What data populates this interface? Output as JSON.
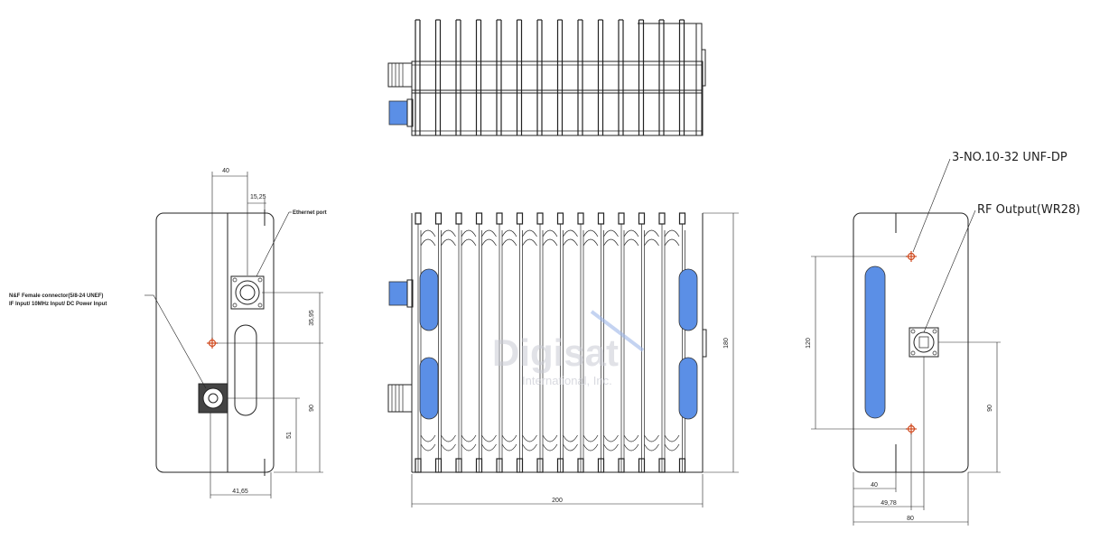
{
  "dimensions": {
    "left_width": "40",
    "left_offset": "15,25",
    "left_height_upper": "35,95",
    "left_height_lower": "90",
    "left_height_small": "51",
    "left_bottom": "41,65",
    "center_length": "200",
    "center_height": "180",
    "right_spacing": "120",
    "right_height": "90",
    "right_offset_40": "40",
    "right_offset_4978": "49,78",
    "right_width": "80"
  },
  "labels": {
    "ethernet_port": "Ethernet port",
    "nf_connector_line1": "N&F Female connector(5/8-24 UNEF)",
    "nf_connector_line2": "IF Input/ 10MHz Input/ DC Power Input",
    "mounting_holes": "3-NO.10-32 UNF-DP",
    "rf_output": "RF Output(WR28)"
  },
  "watermark": {
    "brand": "Digisat",
    "sub": "International, Inc."
  },
  "colors": {
    "accent_blue": "#5b8fe6",
    "hole_red": "#d04a1f"
  }
}
